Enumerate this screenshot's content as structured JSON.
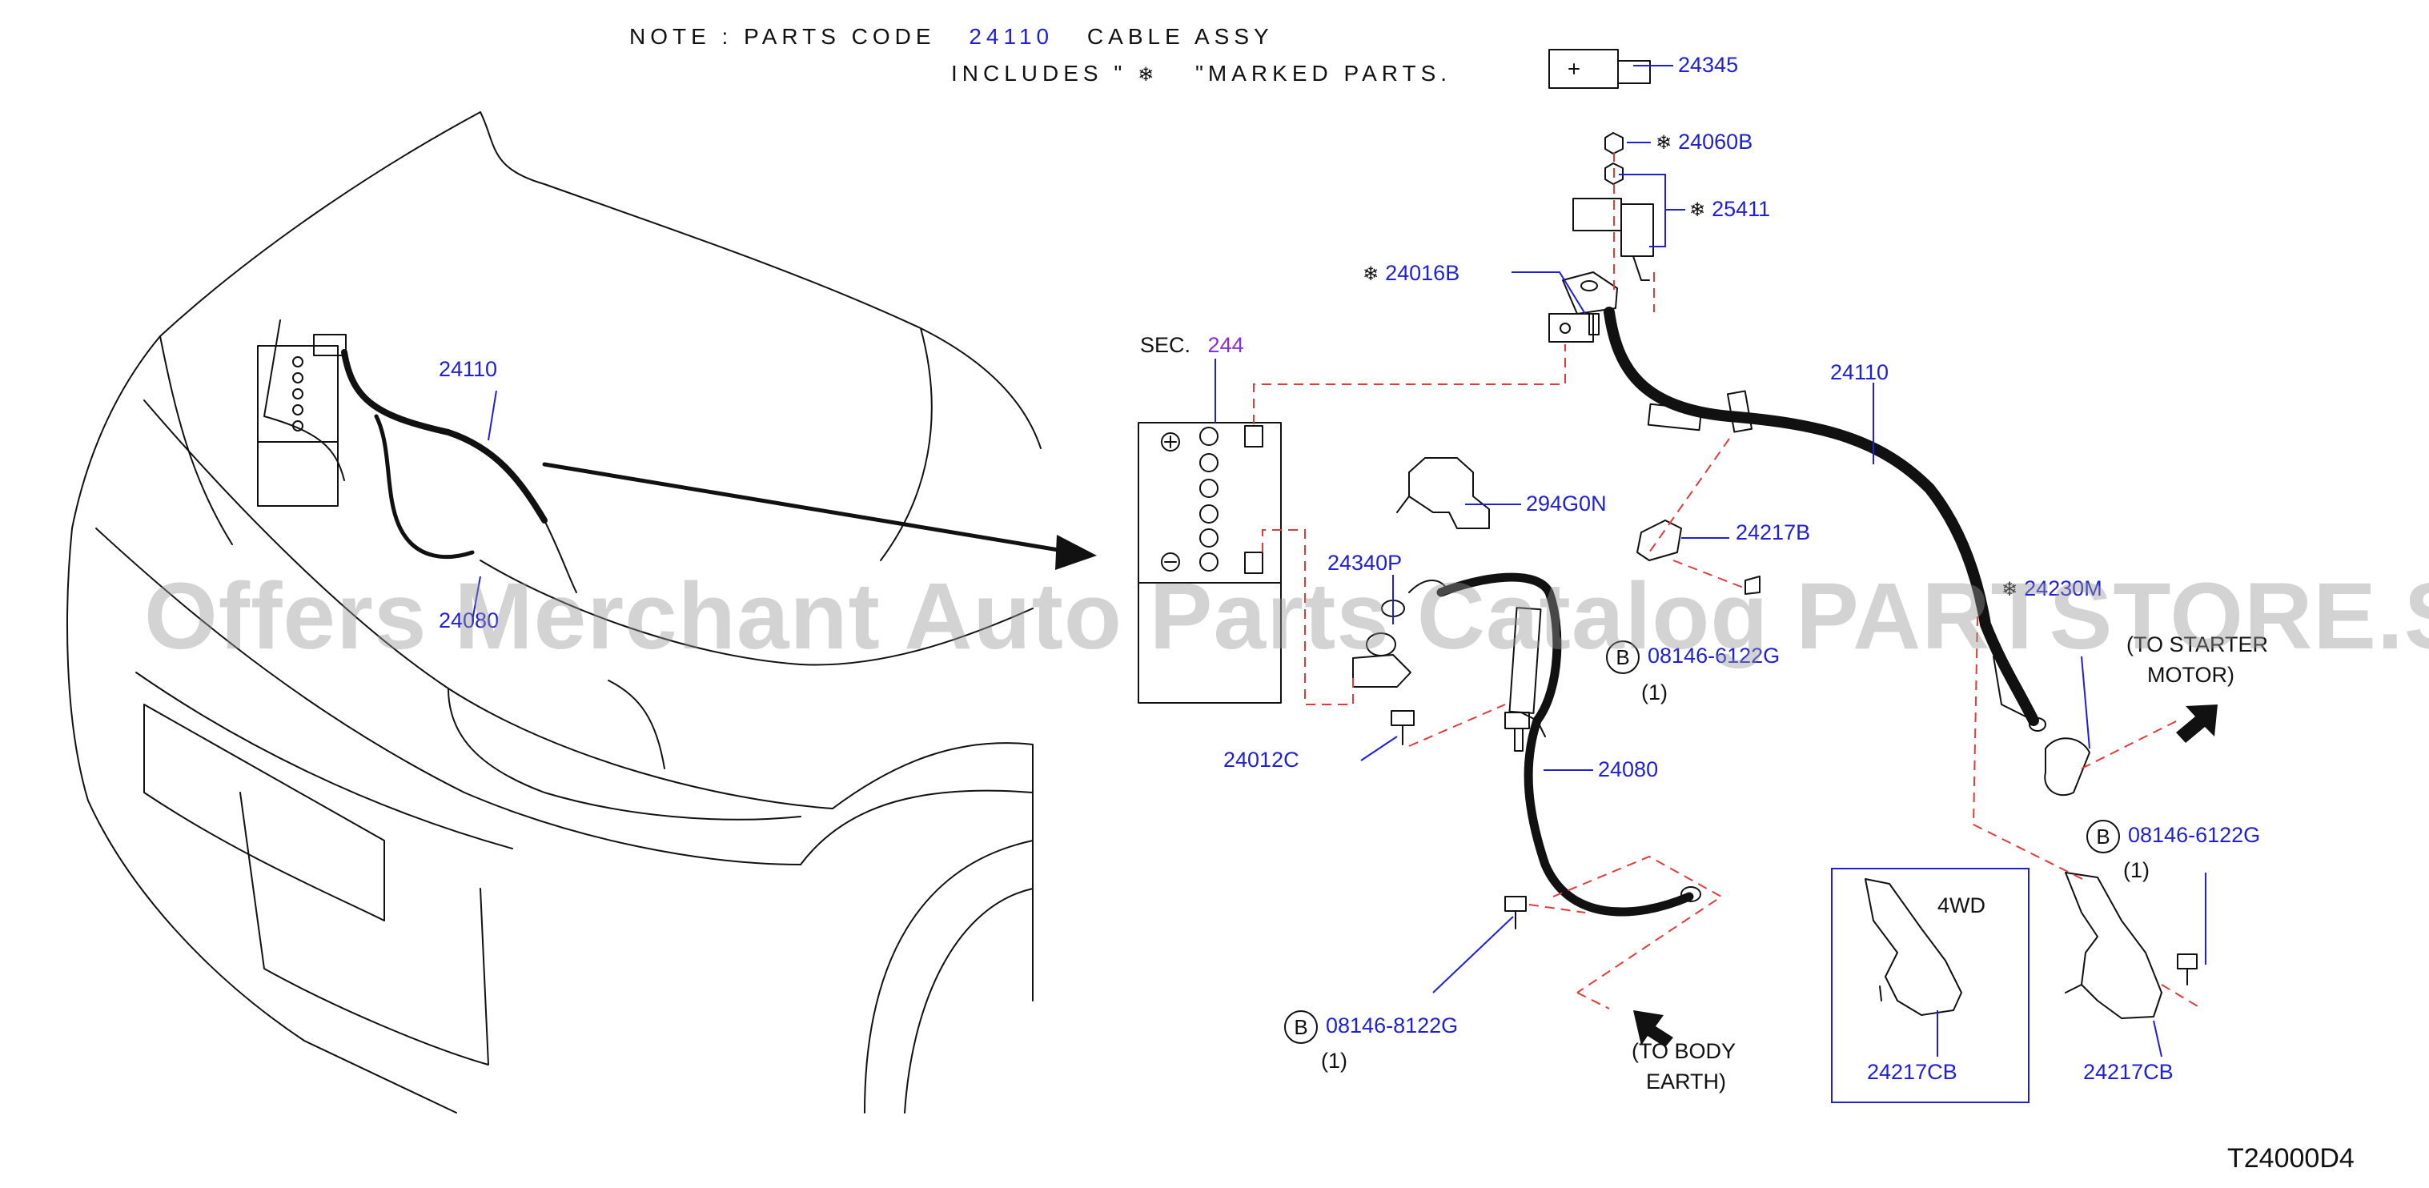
{
  "note": {
    "line1_prefix": "NOTE  :  PARTS  CODE",
    "line1_code": "24110",
    "line1_suffix": "CABLE  ASSY",
    "line2_prefix": "INCLUDES  \"",
    "line2_mark": "❄",
    "line2_suffix": "\"MARKED  PARTS."
  },
  "section_ref": {
    "label": "SEC.",
    "number": "244"
  },
  "mark_symbol": "❄",
  "circle_letter": "B",
  "parts": {
    "p24345": "24345",
    "p24060B": "24060B",
    "p25411": "25411",
    "p24016B": "24016B",
    "p24110_main": "24110",
    "p24110_overview": "24110",
    "p294G0N": "294G0N",
    "p24217B": "24217B",
    "p24340P": "24340P",
    "p24230M": "24230M",
    "p24012C": "24012C",
    "p24080": "24080",
    "p24080_overview": "24080",
    "p081466122G_a": "08146-6122G",
    "p081466122G_b": "08146-6122G",
    "p081468122G": "08146-8122G",
    "p24217CB_a": "24217CB",
    "p24217CB_b": "24217CB"
  },
  "quantities": {
    "q_a": "(1)",
    "q_b": "(1)",
    "q_c": "(1)"
  },
  "destinations": {
    "starter_line1": "(TO  STARTER",
    "starter_line2": "MOTOR)",
    "body_line1": "(TO  BODY",
    "body_line2": "EARTH)"
  },
  "variant_box_label": "4WD",
  "watermark": "Offers Merchant Auto Parts Catalog PARTSTORE.SA",
  "diagram_id": "T24000D4",
  "colors": {
    "callout_blue": "#1f1fd6",
    "dash_red": "#e23a3a",
    "section_purple": "#8b2be2",
    "line": "#111111"
  }
}
